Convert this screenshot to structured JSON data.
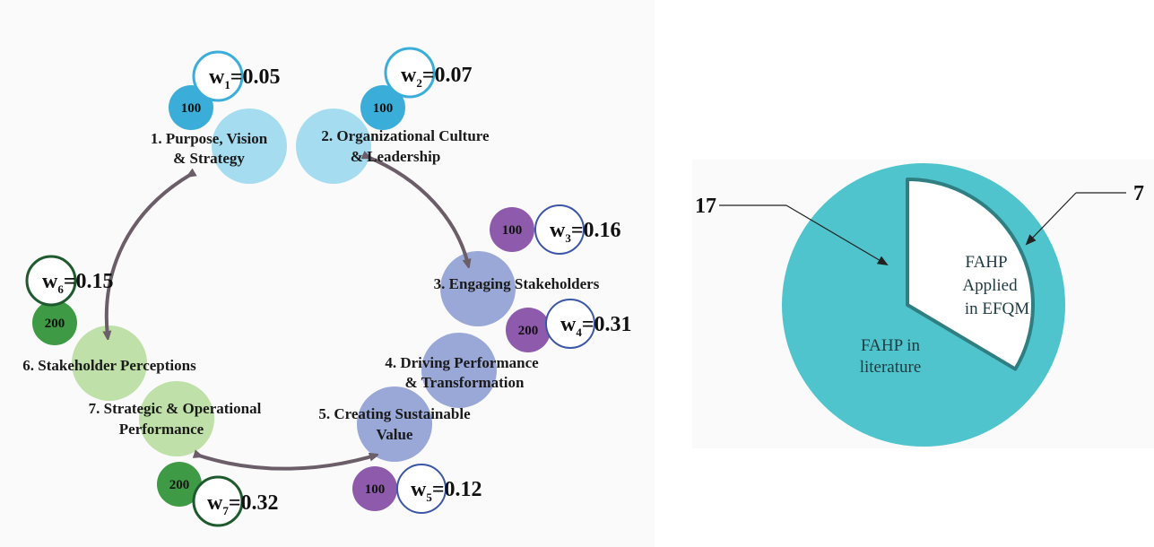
{
  "criteria": [
    {
      "line1": "1. Purpose, Vision",
      "line2": "& Strategy",
      "weight_label": "w",
      "weight_sub": "1",
      "weight_value": "=0.05",
      "points": "100"
    },
    {
      "line1": "2. Organizational Culture",
      "line2": "& Leadership",
      "weight_label": "w",
      "weight_sub": "2",
      "weight_value": "=0.07",
      "points": "100"
    },
    {
      "line1": "3. Engaging Stakeholders",
      "weight_label": "w",
      "weight_sub": "3",
      "weight_value": "=0.16",
      "points": "100"
    },
    {
      "line1": "4. Driving Performance",
      "line2": "& Transformation",
      "weight_label": "w",
      "weight_sub": "4",
      "weight_value": "=0.31",
      "points": "200"
    },
    {
      "line1": "5. Creating Sustainable",
      "line2": "Value",
      "weight_label": "w",
      "weight_sub": "5",
      "weight_value": "=0.12",
      "points": "100"
    },
    {
      "line1": "6. Stakeholder Perceptions",
      "weight_label": "w",
      "weight_sub": "6",
      "weight_value": "=0.15",
      "points": "200"
    },
    {
      "line1": "7. Strategic & Operational",
      "line2": "Performance",
      "weight_label": "w",
      "weight_sub": "7",
      "weight_value": "=0.32",
      "points": "200"
    }
  ],
  "colors": {
    "direction": "#a6dcf0",
    "direction_badge": "#3aaed8",
    "execution": "#9aa8d8",
    "execution_badge": "#8e5aac",
    "results": "#bfe0a8",
    "results_badge": "#3e9a44",
    "arrow": "#6b5e68",
    "pie_main": "#4fc4cc",
    "pie_border": "#2e7e82"
  },
  "chart_data": {
    "type": "pie",
    "slices": [
      {
        "label": "FAHP in literature",
        "value": 17
      },
      {
        "label": "FAHP Applied in EFQM",
        "value": 7
      }
    ]
  },
  "pie_labels": {
    "main_line1": "FAHP in",
    "main_line2": "literature",
    "slice_line1": "FAHP",
    "slice_line2": "Applied",
    "slice_line3": "in EFQM",
    "main_value": "17",
    "slice_value": "7"
  }
}
